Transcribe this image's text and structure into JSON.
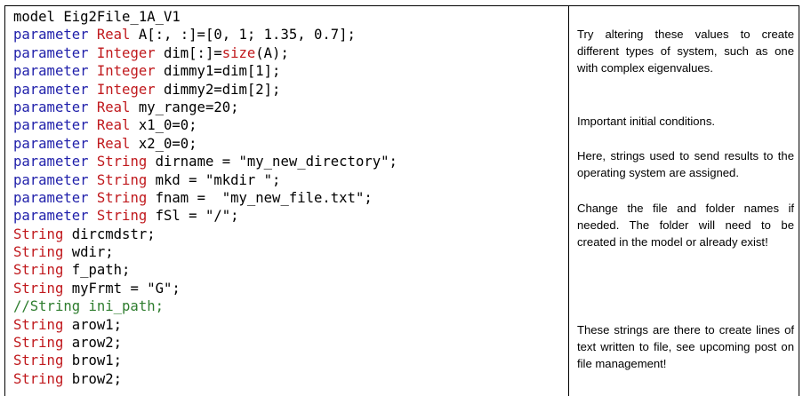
{
  "code_lines": [
    [
      {
        "s": "",
        "t": "model Eig2File_1A_V1"
      }
    ],
    [
      {
        "s": "kw",
        "t": "parameter"
      },
      {
        "s": "",
        "t": " "
      },
      {
        "s": "ty",
        "t": "Real"
      },
      {
        "s": "",
        "t": " A[:, :]=[0, 1; 1.35, 0.7];"
      }
    ],
    [
      {
        "s": "kw",
        "t": "parameter"
      },
      {
        "s": "",
        "t": " "
      },
      {
        "s": "ty",
        "t": "Integer"
      },
      {
        "s": "",
        "t": " dim[:]="
      },
      {
        "s": "ty",
        "t": "size"
      },
      {
        "s": "",
        "t": "(A);"
      }
    ],
    [
      {
        "s": "kw",
        "t": "parameter"
      },
      {
        "s": "",
        "t": " "
      },
      {
        "s": "ty",
        "t": "Integer"
      },
      {
        "s": "",
        "t": " dimmy1=dim[1];"
      }
    ],
    [
      {
        "s": "kw",
        "t": "parameter"
      },
      {
        "s": "",
        "t": " "
      },
      {
        "s": "ty",
        "t": "Integer"
      },
      {
        "s": "",
        "t": " dimmy2=dim[2];"
      }
    ],
    [
      {
        "s": "kw",
        "t": "parameter"
      },
      {
        "s": "",
        "t": " "
      },
      {
        "s": "ty",
        "t": "Real"
      },
      {
        "s": "",
        "t": " my_range=20;"
      }
    ],
    [
      {
        "s": "kw",
        "t": "parameter"
      },
      {
        "s": "",
        "t": " "
      },
      {
        "s": "ty",
        "t": "Real"
      },
      {
        "s": "",
        "t": " x1_0=0;"
      }
    ],
    [
      {
        "s": "kw",
        "t": "parameter"
      },
      {
        "s": "",
        "t": " "
      },
      {
        "s": "ty",
        "t": "Real"
      },
      {
        "s": "",
        "t": " x2_0=0;"
      }
    ],
    [
      {
        "s": "kw",
        "t": "parameter"
      },
      {
        "s": "",
        "t": " "
      },
      {
        "s": "ty",
        "t": "String"
      },
      {
        "s": "",
        "t": " dirname = \"my_new_directory\";"
      }
    ],
    [
      {
        "s": "kw",
        "t": "parameter"
      },
      {
        "s": "",
        "t": " "
      },
      {
        "s": "ty",
        "t": "String"
      },
      {
        "s": "",
        "t": " mkd = \"mkdir \";"
      }
    ],
    [
      {
        "s": "kw",
        "t": "parameter"
      },
      {
        "s": "",
        "t": " "
      },
      {
        "s": "ty",
        "t": "String"
      },
      {
        "s": "",
        "t": " fnam =  \"my_new_file.txt\";"
      }
    ],
    [
      {
        "s": "kw",
        "t": "parameter"
      },
      {
        "s": "",
        "t": " "
      },
      {
        "s": "ty",
        "t": "String"
      },
      {
        "s": "",
        "t": " fSl = \"/\";"
      }
    ],
    [
      {
        "s": "ty",
        "t": "String"
      },
      {
        "s": "",
        "t": " dircmdstr;"
      }
    ],
    [
      {
        "s": "ty",
        "t": "String"
      },
      {
        "s": "",
        "t": " wdir;"
      }
    ],
    [
      {
        "s": "ty",
        "t": "String"
      },
      {
        "s": "",
        "t": " f_path;"
      }
    ],
    [
      {
        "s": "ty",
        "t": "String"
      },
      {
        "s": "",
        "t": " myFrmt = \"G\";"
      }
    ],
    [
      {
        "s": "cm",
        "t": "//String ini_path;"
      }
    ],
    [
      {
        "s": "ty",
        "t": "String"
      },
      {
        "s": "",
        "t": " arow1;"
      }
    ],
    [
      {
        "s": "ty",
        "t": "String"
      },
      {
        "s": "",
        "t": " arow2;"
      }
    ],
    [
      {
        "s": "ty",
        "t": "String"
      },
      {
        "s": "",
        "t": " brow1;"
      }
    ],
    [
      {
        "s": "ty",
        "t": "String"
      },
      {
        "s": "",
        "t": " brow2;"
      }
    ]
  ],
  "notes": {
    "alter_values": "Try altering these values to create different types of system, such as one with complex eigenvalues.",
    "initial_conditions": "Important initial conditions.",
    "strings_assigned": "Here, strings used to send results to the operating system are assigned.",
    "change_names": "Change the file and folder names if needed. The folder will need to be created in the model or already exist!",
    "text_lines": "These strings are there to create lines of text written to file, see upcoming post on file management!"
  },
  "colors": {
    "keyword": "#1f1faa",
    "type": "#c0191d",
    "comment": "#2e7d2e",
    "text": "#000000"
  }
}
